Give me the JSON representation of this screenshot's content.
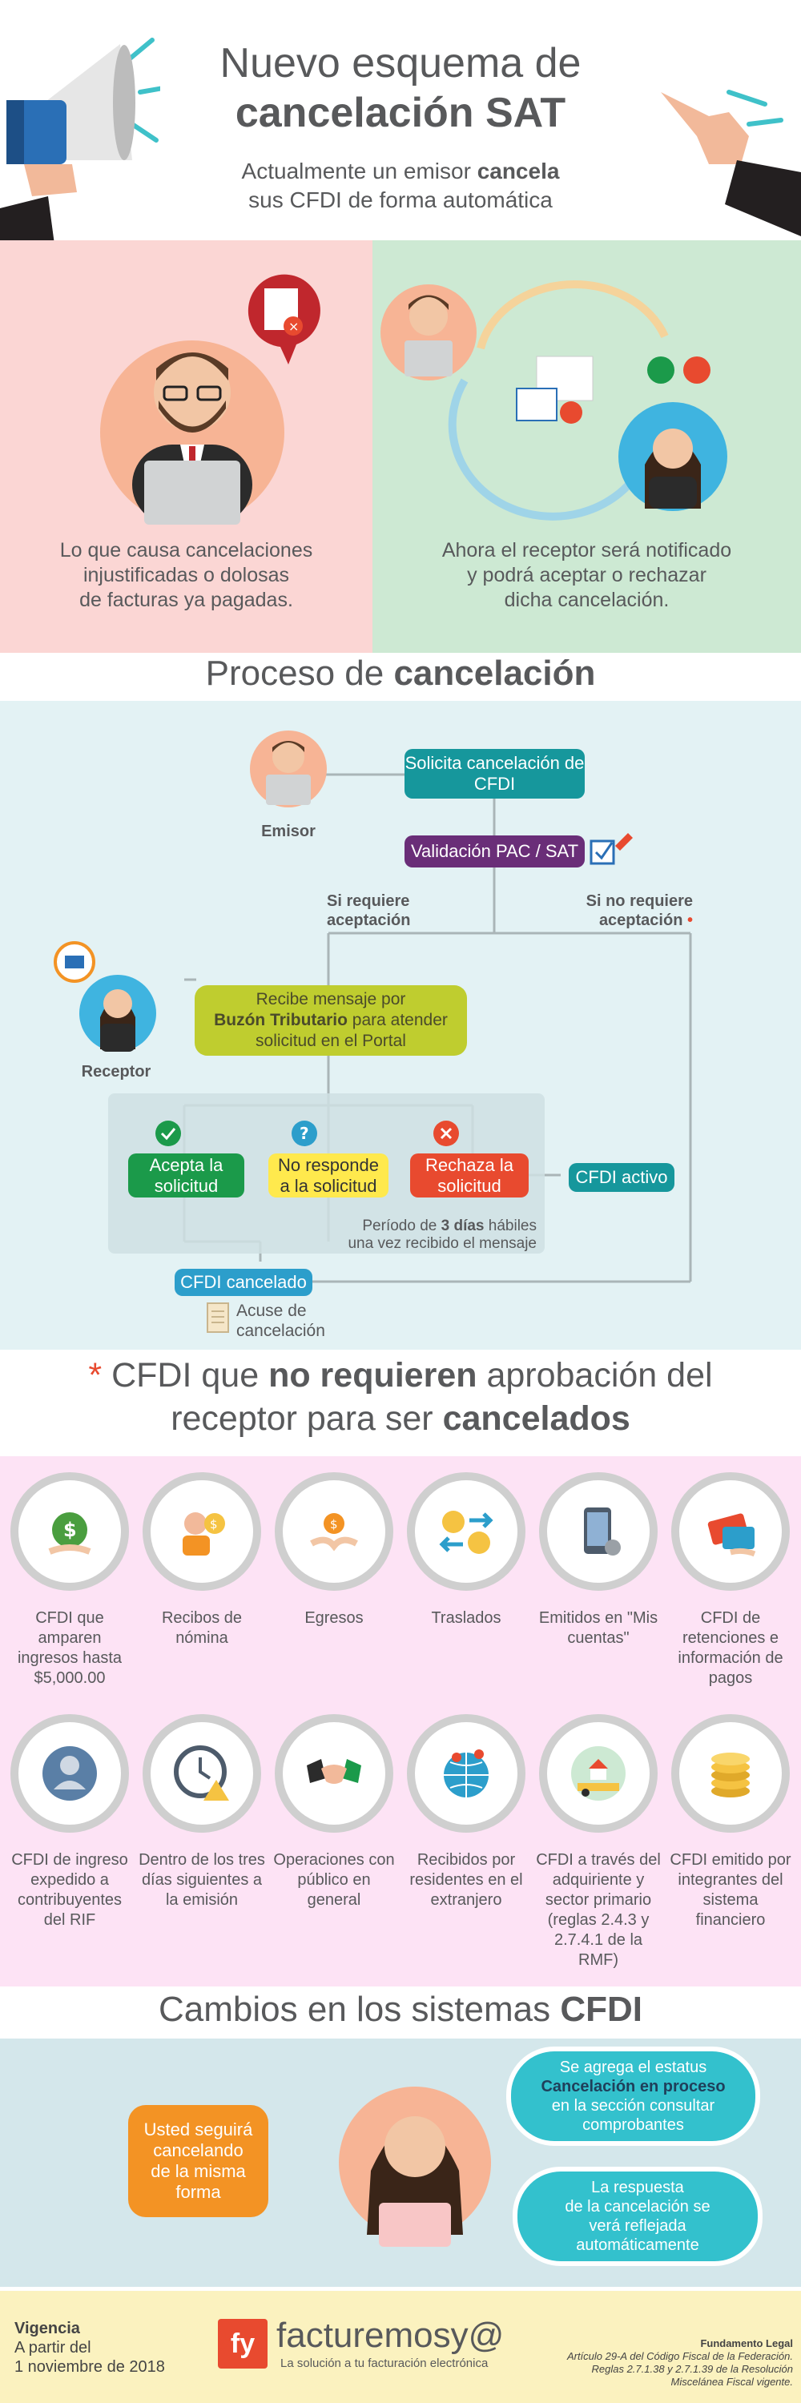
{
  "header": {
    "title_line1": "Nuevo esquema de",
    "title_line2": "cancelación SAT",
    "subtitle_pre": "Actualmente un emisor ",
    "subtitle_bold": "cancela",
    "subtitle_post": "sus CFDI de forma automática"
  },
  "intro": {
    "left_text": [
      "Lo que causa cancelaciones",
      "injustificadas o dolosas",
      "de facturas ya pagadas."
    ],
    "right_text": [
      "Ahora el receptor será notificado",
      "y podrá aceptar o rechazar",
      "dicha cancelación."
    ]
  },
  "process": {
    "title_pre": "Proceso de ",
    "title_bold": "cancelación",
    "emisor_label": "Emisor",
    "receptor_label": "Receptor",
    "solicita": "Solicita cancelación de CFDI",
    "validacion": "Validación PAC / SAT",
    "si_requiere": [
      "Si requiere",
      "aceptación"
    ],
    "no_requiere": [
      "Si no requiere",
      "aceptación"
    ],
    "recibe_pre": "Recibe mensaje por",
    "recibe_bold": "Buzón Tributario",
    "recibe_post1": " para atender",
    "recibe_post2": "solicitud en el Portal",
    "acepta": [
      "Acepta la",
      "solicitud"
    ],
    "no_responde": [
      "No responde",
      "a la solicitud"
    ],
    "rechaza": [
      "Rechaza la",
      "solicitud"
    ],
    "cfdi_activo": "CFDI activo",
    "periodo_pre": "Período de ",
    "periodo_bold": "3 días",
    "periodo_post": " hábiles",
    "periodo_line2": "una vez recibido el mensaje",
    "cfdi_cancelado": "CFDI cancelado",
    "acuse": [
      "Acuse de",
      "cancelación"
    ],
    "colors": {
      "teal": "#16979c",
      "purple": "#6a2e78",
      "olive": "#bfcd2f",
      "green": "#1b9a4a",
      "yellow": "#ffe94d",
      "red": "#e84a2f",
      "blue": "#2c9ecb",
      "line": "#aab5b7"
    }
  },
  "no_approval": {
    "title_star": "*",
    "title_pre": " CFDI que ",
    "title_bold": "no requieren",
    "title_post": " aprobación del",
    "title_line2_pre": "receptor para ser ",
    "title_line2_bold": "cancelados",
    "items": [
      {
        "icon": "money-bag-icon",
        "label": "CFDI que amparen ingresos hasta $5,000.00"
      },
      {
        "icon": "payroll-icon",
        "label": "Recibos de nómina"
      },
      {
        "icon": "expenses-icon",
        "label": "Egresos"
      },
      {
        "icon": "transfer-icon",
        "label": "Traslados"
      },
      {
        "icon": "phone-settings-icon",
        "label": "Emitidos en \"Mis cuentas\""
      },
      {
        "icon": "card-payment-icon",
        "label": "CFDI de retenciones e información de pagos"
      },
      {
        "icon": "person-icon",
        "label": "CFDI de ingreso expedido a contribuyentes del RIF"
      },
      {
        "icon": "clock-warning-icon",
        "label": "Dentro de los tres días siguientes a la emisión"
      },
      {
        "icon": "handshake-icon",
        "label": "Operaciones con público en general"
      },
      {
        "icon": "globe-icon",
        "label": "Recibidos por residentes en el extranjero"
      },
      {
        "icon": "farm-icon",
        "label": "CFDI a través del adquiriente y sector primario (reglas 2.4.3 y 2.7.4.1 de la RMF)"
      },
      {
        "icon": "coins-icon",
        "label": "CFDI emitido por integrantes del sistema financiero"
      }
    ]
  },
  "changes": {
    "title_pre": "Cambios en los sistemas ",
    "title_bold": "CFDI",
    "left_bubble": [
      "Usted seguirá",
      "cancelando",
      "de la misma",
      "forma"
    ],
    "top_bubble_line1": "Se agrega el estatus",
    "top_bubble_bold": "Cancelación en proceso",
    "top_bubble_line3": "en la sección consultar",
    "top_bubble_line4": "comprobantes",
    "bottom_bubble": [
      "La respuesta",
      "de la cancelación se",
      "verá reflejada",
      "automáticamente"
    ]
  },
  "footer": {
    "vigencia_label": "Vigencia",
    "vigencia_text": [
      "A partir del",
      "1 noviembre de 2018"
    ],
    "logo_mark": "fy",
    "brand": "facturemosy@",
    "tagline": "La solución a tu facturación electrónica",
    "legal_label": "Fundamento Legal",
    "legal_text": [
      "Artículo 29-A del Código Fiscal de la Federación.",
      "Reglas 2.7.1.38 y 2.7.1.39 de la Resolución",
      "Miscelánea Fiscal vigente."
    ]
  }
}
